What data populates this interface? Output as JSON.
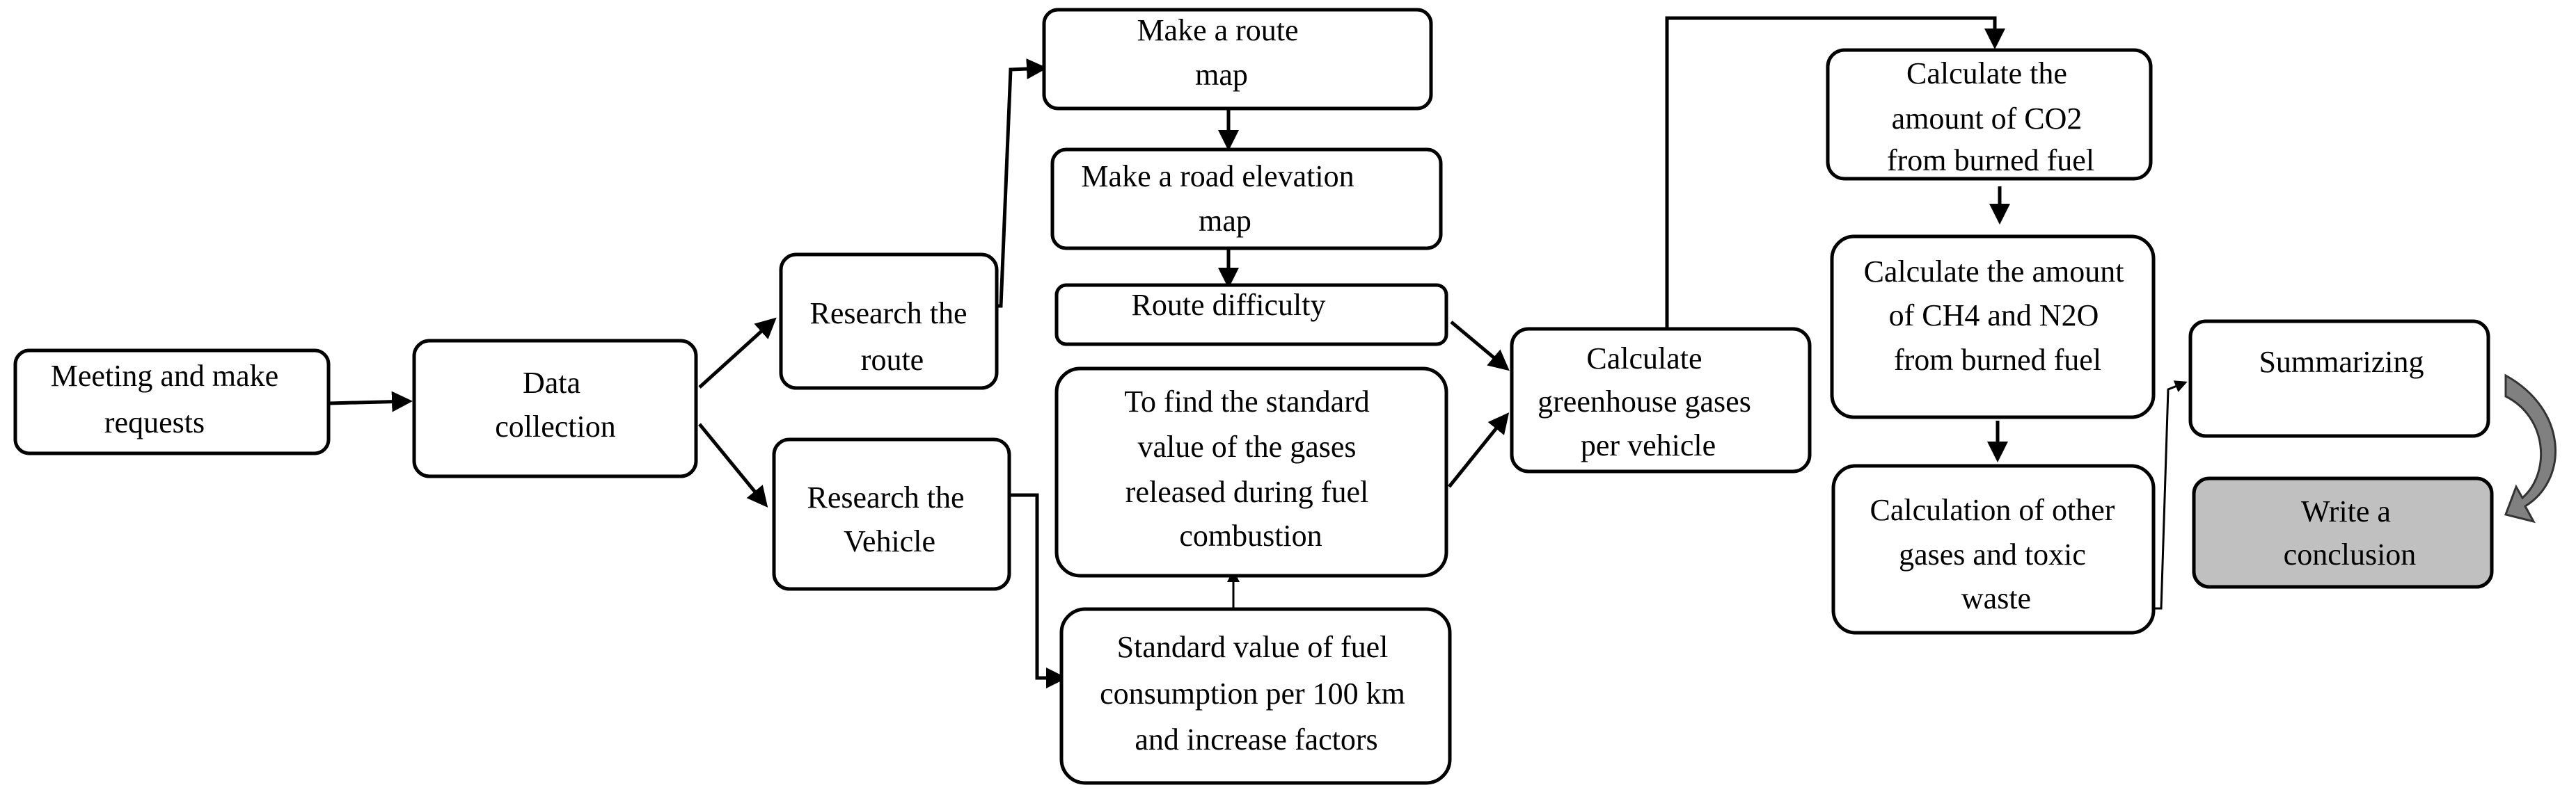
{
  "nodes": [
    {
      "id": "meeting",
      "lines": [
        "Meeting and make",
        "requests"
      ]
    },
    {
      "id": "data-collection",
      "lines": [
        "Data",
        "collection"
      ]
    },
    {
      "id": "research-route",
      "lines": [
        "Research the",
        "route"
      ]
    },
    {
      "id": "research-vehicle",
      "lines": [
        "Research the",
        "Vehicle"
      ]
    },
    {
      "id": "route-map",
      "lines": [
        "Make a route",
        "map"
      ]
    },
    {
      "id": "road-elevation",
      "lines": [
        "Make a road elevation",
        "map"
      ]
    },
    {
      "id": "route-difficulty",
      "lines": [
        "Route difficulty"
      ]
    },
    {
      "id": "standard-gases",
      "lines": [
        "To find the standard",
        "value of the gases",
        "released during fuel",
        "combustion"
      ]
    },
    {
      "id": "fuel-consumption",
      "lines": [
        "Standard value of fuel",
        "consumption per 100 km",
        "and increase factors"
      ]
    },
    {
      "id": "calc-ghg",
      "lines": [
        "Calculate",
        "greenhouse gases",
        "per vehicle"
      ]
    },
    {
      "id": "calc-co2",
      "lines": [
        "Calculate the",
        "amount of CO2",
        "from burned fuel"
      ]
    },
    {
      "id": "calc-ch4-n2o",
      "lines": [
        "Calculate the amount",
        "of CH4 and N2O",
        "from burned fuel"
      ]
    },
    {
      "id": "calc-other",
      "lines": [
        "Calculation of other",
        "gases and toxic",
        "waste"
      ]
    },
    {
      "id": "summarizing",
      "lines": [
        "Summarizing"
      ]
    },
    {
      "id": "conclusion",
      "lines": [
        "Write a",
        "conclusion"
      ]
    }
  ],
  "edges": [
    {
      "from": "meeting",
      "to": "data-collection"
    },
    {
      "from": "data-collection",
      "to": "research-route"
    },
    {
      "from": "data-collection",
      "to": "research-vehicle"
    },
    {
      "from": "research-route",
      "to": "route-map"
    },
    {
      "from": "route-map",
      "to": "road-elevation"
    },
    {
      "from": "road-elevation",
      "to": "route-difficulty"
    },
    {
      "from": "research-vehicle",
      "to": "fuel-consumption"
    },
    {
      "from": "fuel-consumption",
      "to": "standard-gases"
    },
    {
      "from": "route-difficulty",
      "to": "calc-ghg"
    },
    {
      "from": "standard-gases",
      "to": "calc-ghg"
    },
    {
      "from": "calc-ghg",
      "to": "calc-co2"
    },
    {
      "from": "calc-co2",
      "to": "calc-ch4-n2o"
    },
    {
      "from": "calc-ch4-n2o",
      "to": "calc-other"
    },
    {
      "from": "calc-other",
      "to": "summarizing"
    },
    {
      "from": "summarizing",
      "to": "conclusion"
    }
  ],
  "colors": {
    "line": "#000000",
    "box_fill": "#ffffff",
    "shaded_fill": "#c0c0c0",
    "curved_arrow_fill": "#808080"
  }
}
